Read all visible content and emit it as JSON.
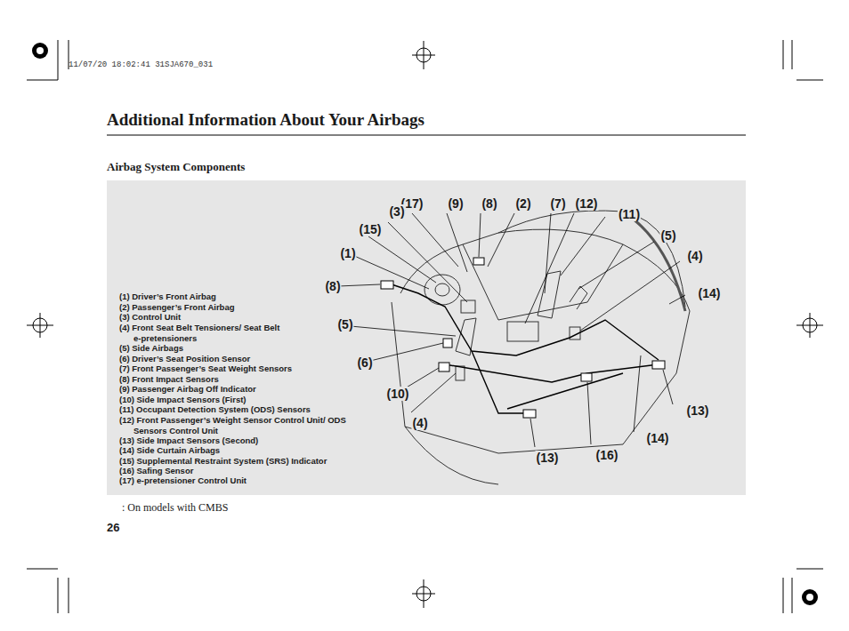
{
  "diagram": {
    "title": "Additional Information About Your Airbags",
    "labels": [
      "11/07/20 18:02:41 31SJA670_031",
      "Airbag System Components",
      "(17)",
      "(9)",
      "(8)",
      "(2)",
      "(7)",
      "(12)",
      "(3)",
      "(11)",
      "(15)",
      "(5)",
      "(1)",
      "(4)",
      "(8)",
      "(14)",
      "(5)",
      "(6)",
      "(10)",
      "(13)",
      "(4)",
      "(14)",
      "(13)",
      "(16)",
      "(1) Driver’s Front Airbag",
      "(2) Passenger’s Front Airbag",
      "(3) Control Unit",
      "(4) Front Seat Belt Tensioners/ Seat Belt e-pretensioners",
      "(5) Side Airbags",
      "(6) Driver’s Seat Position Sensor",
      "(7) Front Passenger’s Seat Weight Sensors",
      "(8) Front Impact Sensors",
      "(9) Passenger Airbag Off Indicator",
      "(10) Side Impact Sensors (First)",
      "(11) Occupant Detection System (ODS) Sensors",
      "(12) Front Passenger’s Weight Sensor Control Unit/ ODS Sensors Control Unit",
      "(13) Side Impact Sensors (Second)",
      "(14) Side Curtain Airbags",
      "(15) Supplemental Restraint System (SRS) Indicator",
      "(16) Safing Sensor",
      "(17) e-pretensioner Control Unit",
      ": On models with CMBS",
      "26"
    ]
  }
}
